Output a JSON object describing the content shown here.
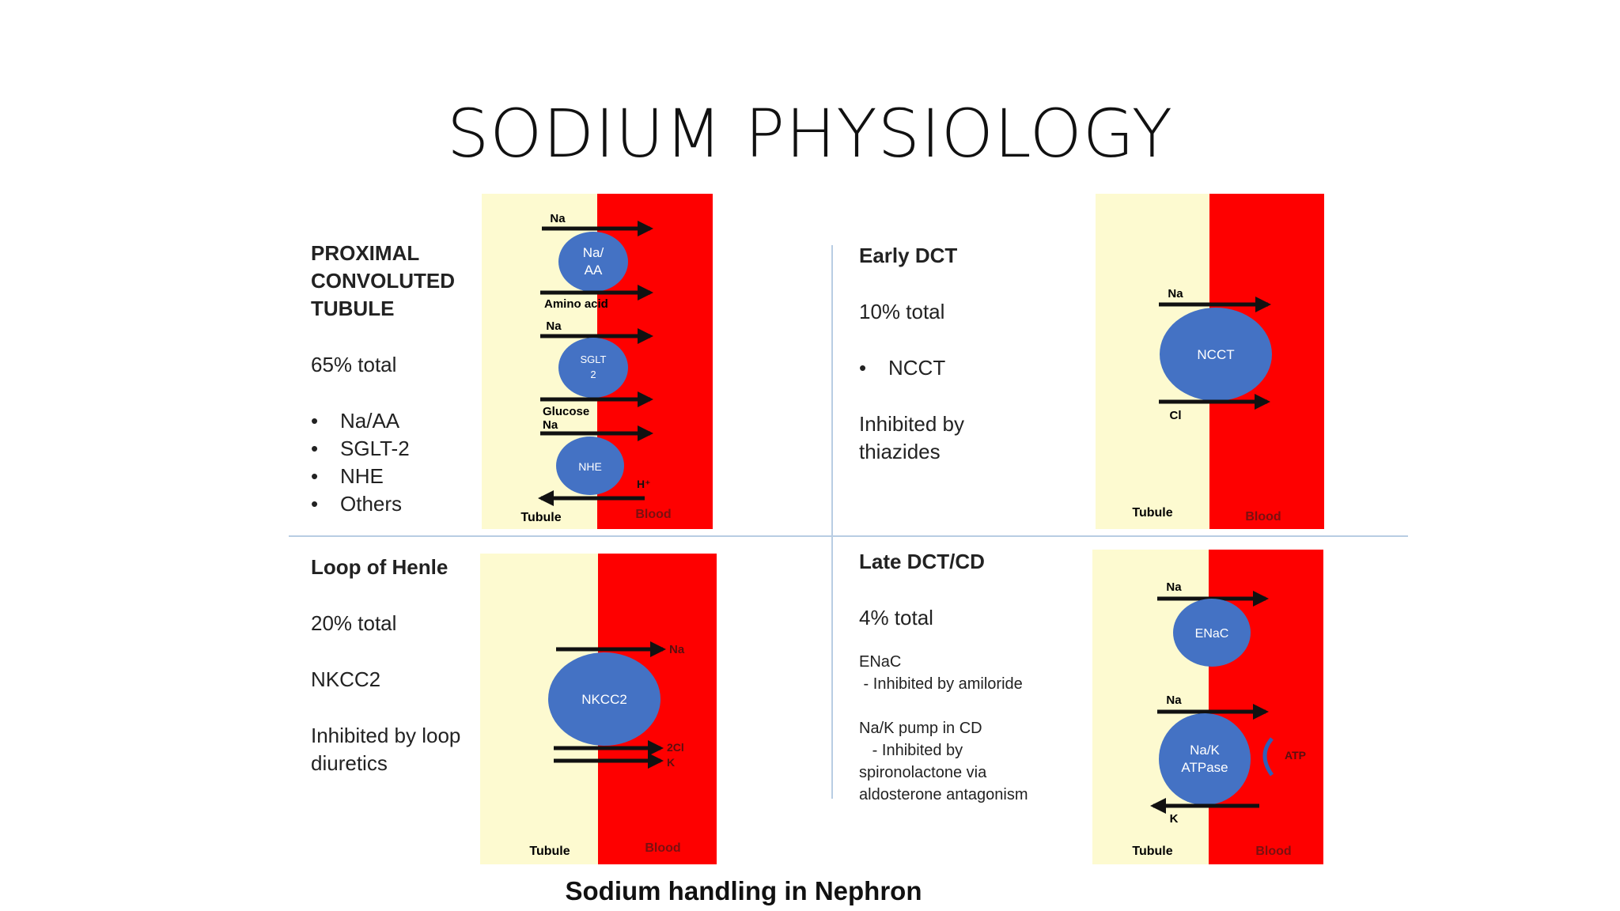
{
  "slide": {
    "title": "SODIUM PHYSIOLOGY",
    "caption": "Sodium handling in Nephron"
  },
  "colors": {
    "tubule": "#fdfad0",
    "blood": "#fe0000",
    "transporter": "#4472c4",
    "divider": "#b8cde3"
  },
  "pct": {
    "heading_lines": [
      "PROXIMAL",
      "CONVOLUTED",
      "TUBULE"
    ],
    "total": "65% total",
    "bullets": [
      "Na/AA",
      "SGLT-2",
      "NHE",
      "Others"
    ],
    "diagram": {
      "na1": "Na",
      "t1": [
        "Na/",
        "AA"
      ],
      "amino": "Amino acid",
      "na2": "Na",
      "t2": [
        "SGLT",
        "2"
      ],
      "glucose": "Glucose",
      "na3": "Na",
      "t3": "NHE",
      "h": "H⁺",
      "tubule": "Tubule",
      "blood": "Blood"
    }
  },
  "early_dct": {
    "heading": "Early DCT",
    "total": "10% total",
    "bullets": [
      "NCCT"
    ],
    "inhibited_lines": [
      "Inhibited by",
      "thiazides"
    ],
    "diagram": {
      "na": "Na",
      "transporter": "NCCT",
      "cl": "Cl",
      "tubule": "Tubule",
      "blood": "Blood"
    }
  },
  "loop": {
    "heading": "Loop of Henle",
    "total": "20% total",
    "transporter_text": "NKCC2",
    "inhibited_lines": [
      "Inhibited by loop",
      "diuretics"
    ],
    "diagram": {
      "na": "Na",
      "transporter": "NKCC2",
      "cl": "2Cl",
      "k": "K",
      "tubule": "Tubule",
      "blood": "Blood"
    }
  },
  "late_dct": {
    "heading": "Late DCT/CD",
    "total": "4% total",
    "notes": [
      "ENaC",
      " - Inhibited by amiloride",
      "",
      "Na/K pump in CD",
      "   - Inhibited by",
      "spironolactone via",
      "aldosterone antagonism"
    ],
    "diagram": {
      "na1": "Na",
      "t1": "ENaC",
      "na2": "Na",
      "t2": [
        "Na/K",
        "ATPase"
      ],
      "atp": "ATP",
      "k": "K",
      "tubule": "Tubule",
      "blood": "Blood"
    }
  }
}
